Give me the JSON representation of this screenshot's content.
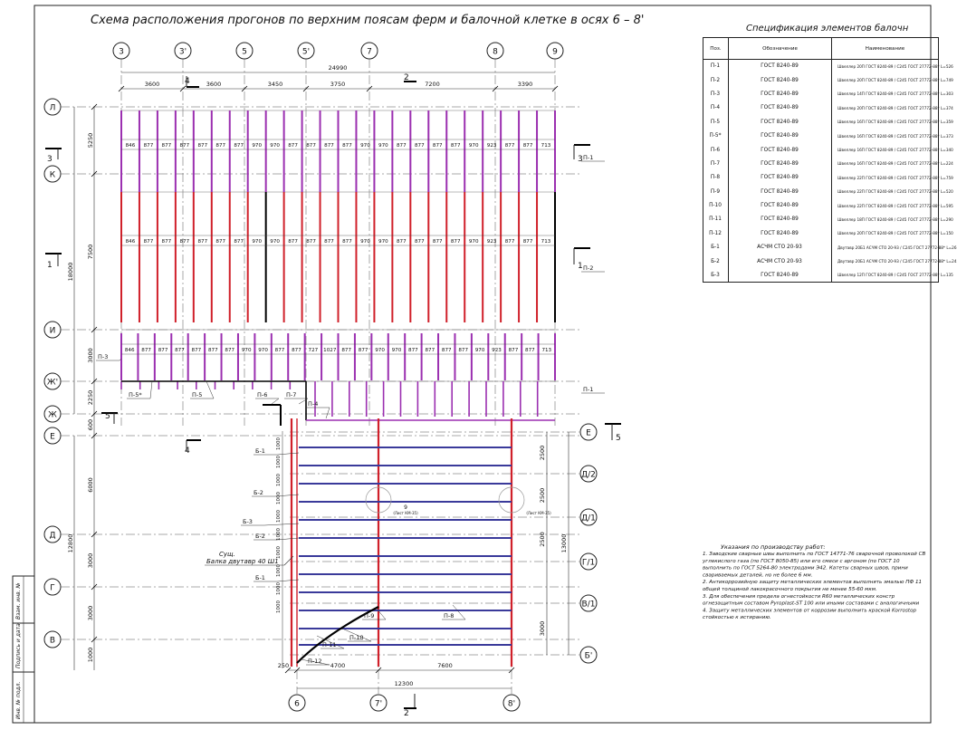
{
  "title": "Схема расположения прогонов по верхним поясам ферм и балочной клетке в осях 6 – 8'",
  "colors": {
    "purple": "#9b2fb0",
    "red": "#d0202a",
    "blue": "#3a3a9a",
    "black": "#000000",
    "grid": "#555555"
  },
  "axes_top": [
    "3",
    "3'",
    "5",
    "5'",
    "7",
    "8",
    "9"
  ],
  "axes_bottom": [
    "6",
    "7'",
    "8'"
  ],
  "axes_left": [
    "Л",
    "К",
    "И",
    "Ж'",
    "Ж",
    "Е",
    "Д",
    "Г",
    "В"
  ],
  "axes_right": [
    "Е",
    "Д/2",
    "Д/1",
    "Г/1",
    "В/1",
    "Б'"
  ],
  "dims_top": {
    "total": "24990",
    "spans": [
      "3600",
      "3600",
      "3450",
      "3750",
      "7200",
      "3390"
    ]
  },
  "dims_left": {
    "outer": "18000",
    "upper": [
      "5250",
      "7500",
      "3000",
      "2250"
    ],
    "lower_total": "12800",
    "lower": [
      "600",
      "6000",
      "3000",
      "3000",
      "1000"
    ]
  },
  "dims_bottom": {
    "total": "12300",
    "spans": [
      "250",
      "4700",
      "7600"
    ]
  },
  "dims_right": [
    "2500",
    "2500",
    "2500",
    "13000",
    "3000"
  ],
  "dims_inner": [
    "1000",
    "1000",
    "1000",
    "1000",
    "1000",
    "1000",
    "1000",
    "1000",
    "1000",
    "1000"
  ],
  "spacing_row_1": [
    "846",
    "877",
    "877",
    "877",
    "877",
    "877",
    "877",
    "970",
    "970",
    "877",
    "877",
    "877",
    "877",
    "970",
    "970",
    "877",
    "877",
    "877",
    "877",
    "970",
    "923",
    "877",
    "877",
    "713"
  ],
  "spacing_row_2": [
    "846",
    "877",
    "877",
    "877",
    "877",
    "877",
    "877",
    "970",
    "970",
    "877",
    "877",
    "877",
    "877",
    "970",
    "970",
    "877",
    "877",
    "877",
    "877",
    "970",
    "923",
    "877",
    "877",
    "713"
  ],
  "spacing_row_3": [
    "846",
    "877",
    "877",
    "877",
    "877",
    "877",
    "877",
    "970",
    "970",
    "877",
    "877",
    "727",
    "1027",
    "877",
    "877",
    "970",
    "970",
    "877",
    "877",
    "877",
    "877",
    "970",
    "923",
    "877",
    "877",
    "713"
  ],
  "labels": {
    "p1": "П-1",
    "p2": "П-2",
    "p3": "П-3",
    "p4": "П-4",
    "p5": "П-5",
    "p5s": "П-5*",
    "p6": "П-6",
    "p7": "П-7",
    "p8": "П-8",
    "p9": "П-9",
    "p10": "П-10",
    "p11": "П-11",
    "p12": "П-12",
    "b1": "Б-1",
    "b2": "Б-2",
    "b3": "Б-3",
    "sec3": "3",
    "sec1": "1",
    "sec5": "5",
    "sec4": "4",
    "sec2": "2",
    "node9": "9",
    "node_ref": "(Лист КМ-35)",
    "beam_note_1": "Сущ.",
    "beam_note_2": "Балка двутавр 40 Ш1"
  },
  "spec": {
    "title": "Спецификация элементов балочн",
    "headers": [
      "Поз.",
      "Обозначение",
      "Наименование"
    ],
    "rows": [
      {
        "pos": "П-1",
        "doc": "ГОСТ 8240-89",
        "name": "Швеллер 20П ГОСТ 8240-89 / С245 ГОСТ 27772-88* L=526"
      },
      {
        "pos": "П-2",
        "doc": "ГОСТ 8240-89",
        "name": "Швеллер 20П ГОСТ 8240-89 / С245 ГОСТ 27772-88* L=749"
      },
      {
        "pos": "П-3",
        "doc": "ГОСТ 8240-89",
        "name": "Швеллер 14П ГОСТ 8240-89 / С245 ГОСТ 27772-88* L=303"
      },
      {
        "pos": "П-4",
        "doc": "ГОСТ 8240-89",
        "name": "Швеллер 20П ГОСТ 8240-89 / С245 ГОСТ 27772-88* L=374"
      },
      {
        "pos": "П-5",
        "doc": "ГОСТ 8240-89",
        "name": "Швеллер 16П ГОСТ 8240-89 / С245 ГОСТ 27772-88* L=359"
      },
      {
        "pos": "П-5*",
        "doc": "ГОСТ 8240-89",
        "name": "Швеллер 16П ГОСТ 8240-89 / С245 ГОСТ 27772-88* L=373"
      },
      {
        "pos": "П-6",
        "doc": "ГОСТ 8240-89",
        "name": "Швеллер 16П ГОСТ 8240-89 / С245 ГОСТ 27772-88* L=340"
      },
      {
        "pos": "П-7",
        "doc": "ГОСТ 8240-89",
        "name": "Швеллер 16П ГОСТ 8240-89 / С245 ГОСТ 27772-88* L=224"
      },
      {
        "pos": "П-8",
        "doc": "ГОСТ 8240-89",
        "name": "Швеллер 22П ГОСТ 8240-89 / С245 ГОСТ 27772-88* L=759"
      },
      {
        "pos": "П-9",
        "doc": "ГОСТ 8240-89",
        "name": "Швеллер 22П ГОСТ 8240-89 / С245 ГОСТ 27772-88* L=520"
      },
      {
        "pos": "П-10",
        "doc": "ГОСТ 8240-89",
        "name": "Швеллер 22П ГОСТ 8240-89 / С245 ГОСТ 27772-88* L=595"
      },
      {
        "pos": "П-11",
        "doc": "ГОСТ 8240-89",
        "name": "Швеллер 18П ГОСТ 8240-89 / С245 ГОСТ 27772-88* L=290"
      },
      {
        "pos": "П-12",
        "doc": "ГОСТ 8240-89",
        "name": "Швеллер 20П ГОСТ 8240-89 / С245 ГОСТ 27772-88* L=150"
      },
      {
        "pos": "Б-1",
        "doc": "АСЧМ СТО 20-93",
        "name": "Двутавр 20Б1 АСЧМ СТО 20-93 / С245 ГОСТ 27772-88* L=26"
      },
      {
        "pos": "Б-2",
        "doc": "АСЧМ СТО 20-93",
        "name": "Двутавр 20Б1 АСЧМ СТО 20-93 / С245 ГОСТ 27772-88* L=24"
      },
      {
        "pos": "Б-3",
        "doc": "ГОСТ 8240-89",
        "name": "Швеллер 12П ГОСТ 8240-89 / С245 ГОСТ 27772-88* L=135"
      }
    ]
  },
  "notes": {
    "title": "Указания по производству работ:",
    "lines": [
      "1. Заводские сварные швы выполнить по ГОСТ 14771-76 сварочной проволокой СВ",
      "углекислого газа (по ГОСТ 8050-85) или его смеси с аргоном (по ГОСТ 10",
      "выполнить по ГОСТ 5264-80 электродами Э42. Катеты сварных швов, прини",
      "свариваемых деталей, но не более 6 мм.",
      "2. Антикоррозийную защиту металлических элементов выполнять эмалью ПФ 11",
      "общей толщиной лакокрасочного покрытия не менее 55-60 мкм.",
      "3. Для обеспечения предела огнестойкости R60 металлических констр",
      "огнезащитным составом Pyroplast-ST 100 или иными составами с аналогичными",
      "4. Защиту металлических элементов от коррозии выполнить краской Korrostop",
      "стойкостью к истиранию."
    ]
  },
  "stamp": [
    "Взам. инв. №",
    "Подпись и дата",
    "Инв. № подл."
  ]
}
